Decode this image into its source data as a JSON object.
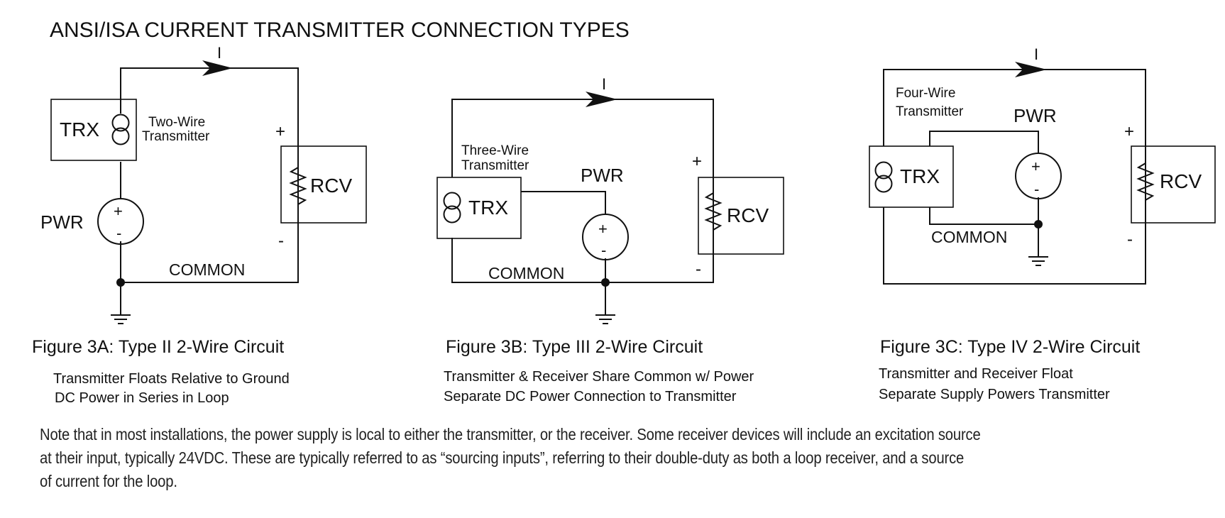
{
  "title": "ANSI/ISA CURRENT TRANSMITTER CONNECTION TYPES",
  "fig_a": {
    "current": "I",
    "trx": "TRX",
    "trx_desc_1": "Two-Wire",
    "trx_desc_2": "Transmitter",
    "pwr": "PWR",
    "plus": "+",
    "minus": "-",
    "rcv": "RCV",
    "rcv_plus": "+",
    "rcv_minus": "-",
    "common": "COMMON",
    "caption": "Figure 3A: Type II 2-Wire Circuit",
    "sub1": "Transmitter Floats Relative to Ground",
    "sub2": "DC Power in Series in Loop"
  },
  "fig_b": {
    "current": "I",
    "trx": "TRX",
    "trx_desc_1": "Three-Wire",
    "trx_desc_2": "Transmitter",
    "pwr": "PWR",
    "plus": "+",
    "minus": "-",
    "rcv": "RCV",
    "rcv_plus": "+",
    "rcv_minus": "-",
    "common": "COMMON",
    "caption": "Figure 3B: Type III 2-Wire Circuit",
    "sub1": "Transmitter & Receiver Share Common w/ Power",
    "sub2": "Separate DC Power Connection to Transmitter"
  },
  "fig_c": {
    "current": "I",
    "trx": "TRX",
    "trx_desc_1": "Four-Wire",
    "trx_desc_2": "Transmitter",
    "pwr": "PWR",
    "plus": "+",
    "minus": "-",
    "rcv": "RCV",
    "rcv_plus": "+",
    "rcv_minus": "-",
    "common": "COMMON",
    "caption": "Figure 3C: Type IV 2-Wire Circuit",
    "sub1": "Transmitter and Receiver Float",
    "sub2": "Separate Supply Powers Transmitter"
  },
  "note": "Note that in most installations, the power supply is local to either the transmitter, or the receiver.  Some receiver devices will include an excitation source\nat their input, typically 24VDC.  These are typically referred to as “sourcing inputs”, referring to their double-duty as both a loop receiver, and a source\nof current for the loop."
}
